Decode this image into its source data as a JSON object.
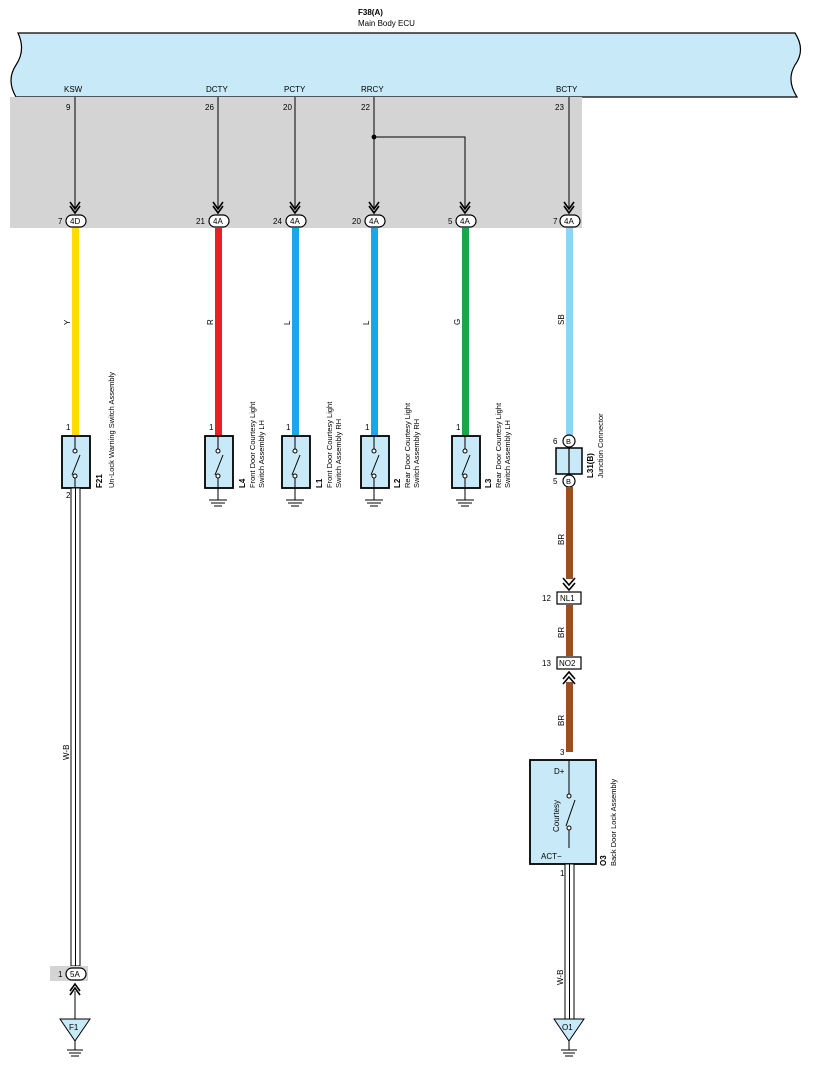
{
  "ecu": {
    "connector": "F38(A)",
    "name": "Main Body ECU"
  },
  "terminals": [
    {
      "signal": "KSW",
      "pin": "9"
    },
    {
      "signal": "DCTY",
      "pin": "26"
    },
    {
      "signal": "PCTY",
      "pin": "20"
    },
    {
      "signal": "RRCY",
      "pin": "22"
    },
    {
      "signal": "BCTY",
      "pin": "23"
    }
  ],
  "junctions": [
    {
      "pin": "7",
      "id": "4D"
    },
    {
      "pin": "21",
      "id": "4A"
    },
    {
      "pin": "24",
      "id": "4A"
    },
    {
      "pin": "20",
      "id": "4A"
    },
    {
      "pin": "5",
      "id": "4A"
    },
    {
      "pin": "7",
      "id": "4A"
    }
  ],
  "wire_colors": {
    "Y": "#ffdd00",
    "R": "#e8202a",
    "L": "#1aa6e8",
    "G": "#1aa64a",
    "SB": "#8fd4f4",
    "BR": "#9a4e24",
    "WB": "#ffffff"
  },
  "wire_labels": [
    "Y",
    "R",
    "L",
    "L",
    "G",
    "SB"
  ],
  "switches": [
    {
      "code": "F21",
      "name": "Un-Lock Warning Switch Assembly",
      "pin_top": "1",
      "pin_bottom": "2"
    },
    {
      "code": "L4",
      "name_line1": "Front Door Courtesy Light",
      "name_line2": "Switch Assembly LH",
      "pin_top": "1"
    },
    {
      "code": "L1",
      "name_line1": "Front Door Courtesy Light",
      "name_line2": "Switch Assembly RH",
      "pin_top": "1"
    },
    {
      "code": "L2",
      "name_line1": "Rear Door Courtesy Light",
      "name_line2": "Switch Assembly RH",
      "pin_top": "1"
    },
    {
      "code": "L3",
      "name_line1": "Rear Door Courtesy Light",
      "name_line2": "Switch Assembly LH",
      "pin_top": "1"
    }
  ],
  "junction_connector": {
    "code": "L31(B)",
    "name": "Junction Connector",
    "pin_top": "6",
    "pin_bottom": "5",
    "terminal": "B"
  },
  "wire_br_labels": [
    "BR",
    "BR",
    "BR"
  ],
  "inline_connectors": [
    {
      "pin": "12",
      "id": "NL1"
    },
    {
      "pin": "13",
      "id": "NO2"
    }
  ],
  "back_door": {
    "code": "O3",
    "name": "Back Door Lock Assembly",
    "pin_top": "3",
    "pin_bottom": "1",
    "d_plus": "D+",
    "act": "ACT−",
    "switch_label": "Courtesy"
  },
  "ground_junction": {
    "pin": "1",
    "id": "5A"
  },
  "wb_labels": [
    "W-B",
    "W-B"
  ],
  "grounds": [
    "F1",
    "O1"
  ]
}
